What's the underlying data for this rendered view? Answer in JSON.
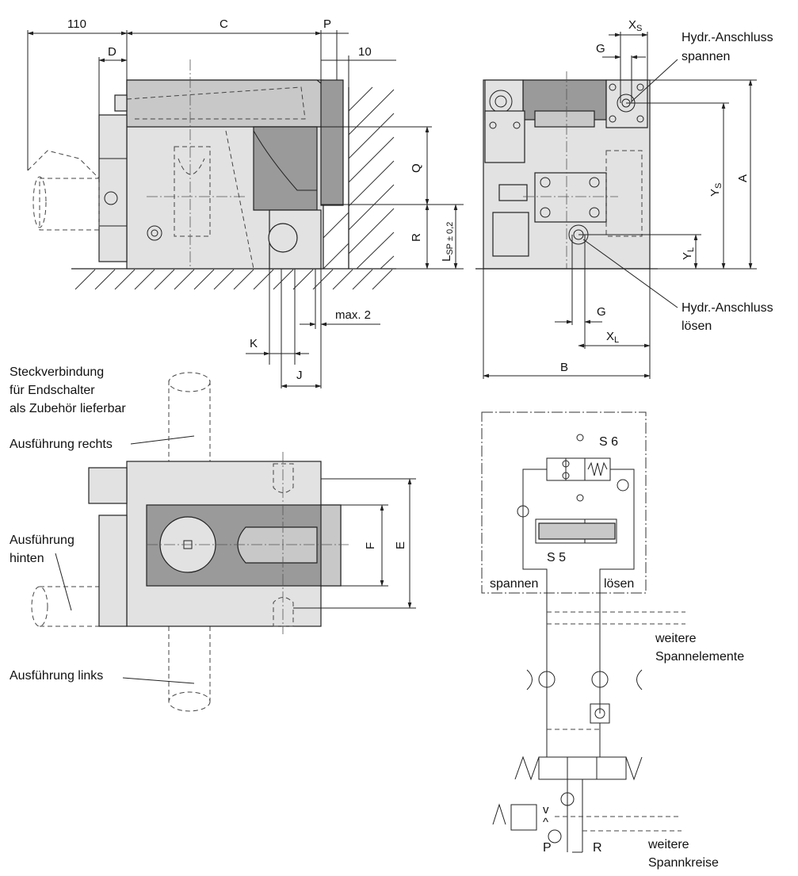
{
  "dimensions": {
    "d110": "110",
    "C": "C",
    "P": "P",
    "d10": "10",
    "D": "D",
    "Q": "Q",
    "R": "R",
    "Lsp": "L",
    "Lsp_sub": "SP ± 0,2",
    "K": "K",
    "J": "J",
    "max2": "max. 2",
    "Xs": "X",
    "Xs_sub": "S",
    "G_top": "G",
    "G_bottom": "G",
    "Ys": "Y",
    "Ys_sub": "S",
    "A": "A",
    "YL": "Y",
    "YL_sub": "L",
    "XL": "X",
    "XL_sub": "L",
    "B": "B",
    "F": "F",
    "E": "E"
  },
  "labels": {
    "hydr_spannen_1": "Hydr.-Anschluss",
    "hydr_spannen_2": "spannen",
    "hydr_loesen_1": "Hydr.-Anschluss",
    "hydr_loesen_2": "lösen",
    "steck_1": "Steckverbindung",
    "steck_2": "für Endschalter",
    "steck_3": "als Zubehör lieferbar",
    "rechts": "Ausführung rechts",
    "hinten_1": "Ausführung",
    "hinten_2": "hinten",
    "links": "Ausführung links"
  },
  "schematic": {
    "S6": "S 6",
    "S5": "S 5",
    "spannen": "spannen",
    "loesen": "lösen",
    "weitere_1": "weitere",
    "weitere_2": "Spannelemente",
    "weitere_3": "weitere",
    "weitere_4": "Spannkreise",
    "P": "P",
    "R": "R",
    "v": "v",
    "caret": "^"
  }
}
